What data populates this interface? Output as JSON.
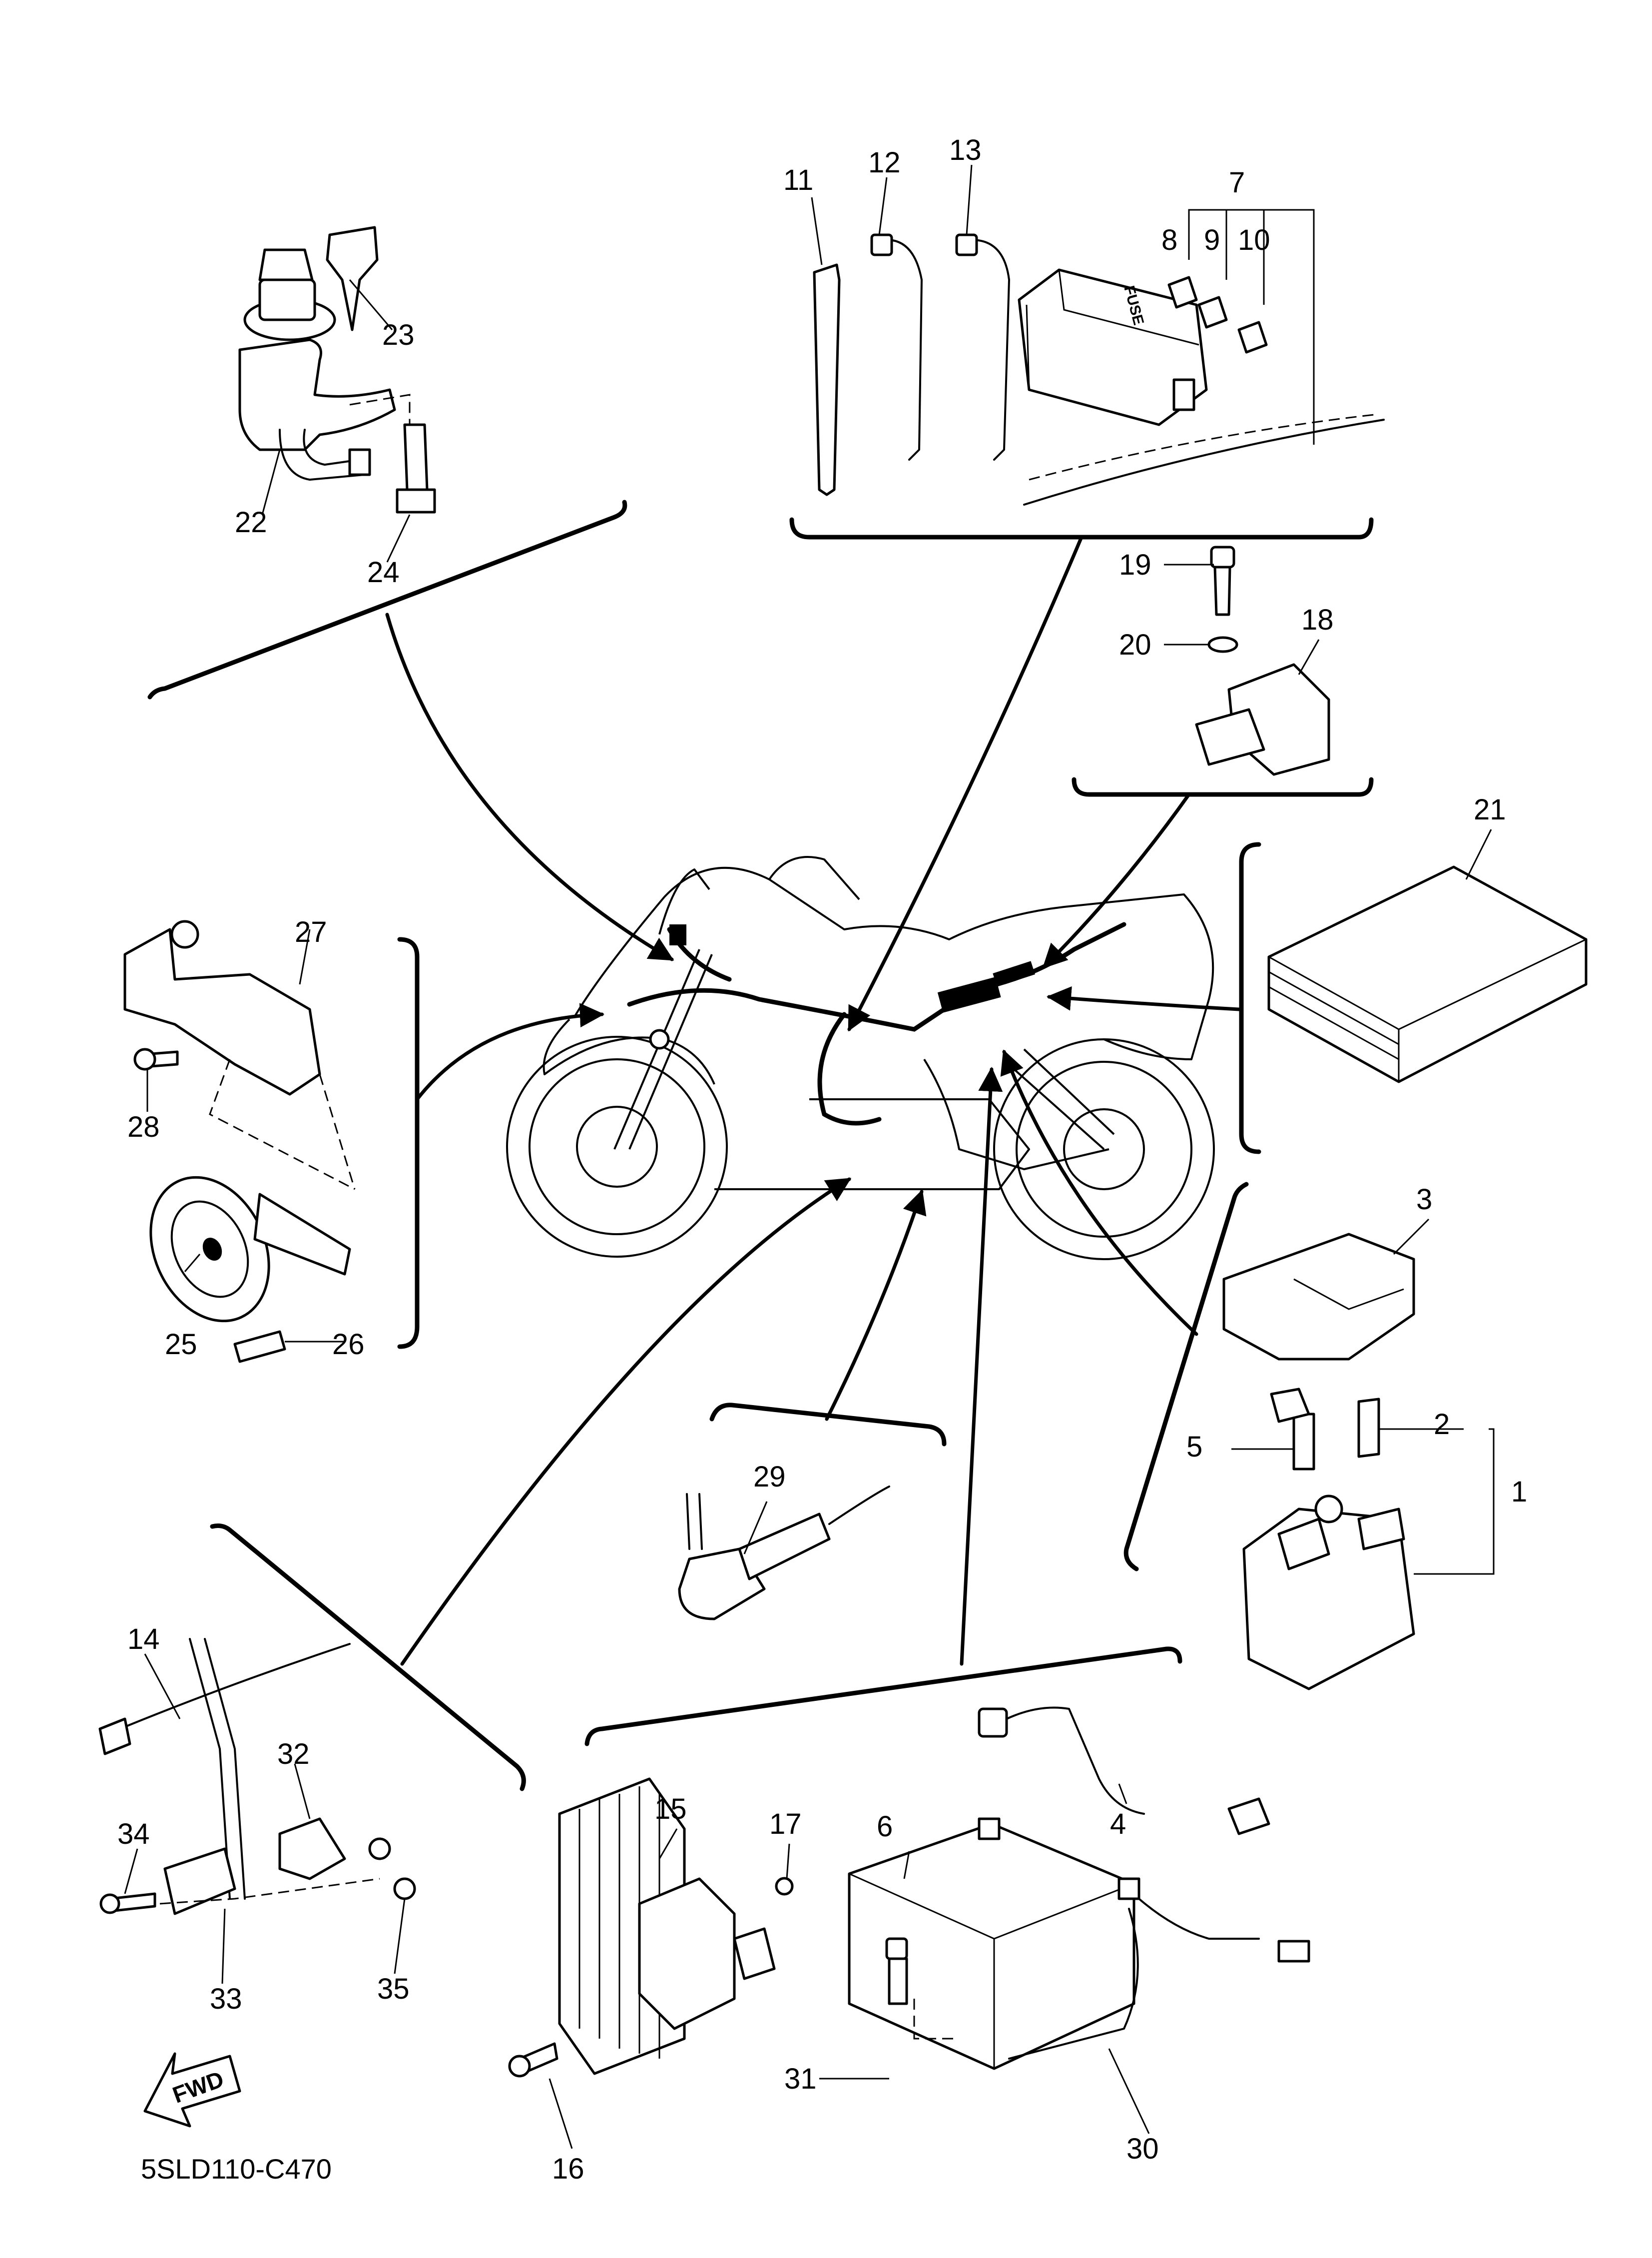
{
  "diagram": {
    "drawing_code": "5SLD110-C470",
    "direction_marker": "FWD",
    "fuse_box_text": "FUSE",
    "part_numbers": [
      "1",
      "2",
      "3",
      "4",
      "5",
      "6",
      "7",
      "8",
      "9",
      "10",
      "11",
      "12",
      "13",
      "14",
      "15",
      "16",
      "17",
      "18",
      "19",
      "20",
      "21",
      "22",
      "23",
      "24",
      "25",
      "26",
      "27",
      "28",
      "29",
      "30",
      "31",
      "32",
      "33",
      "34",
      "35"
    ]
  }
}
